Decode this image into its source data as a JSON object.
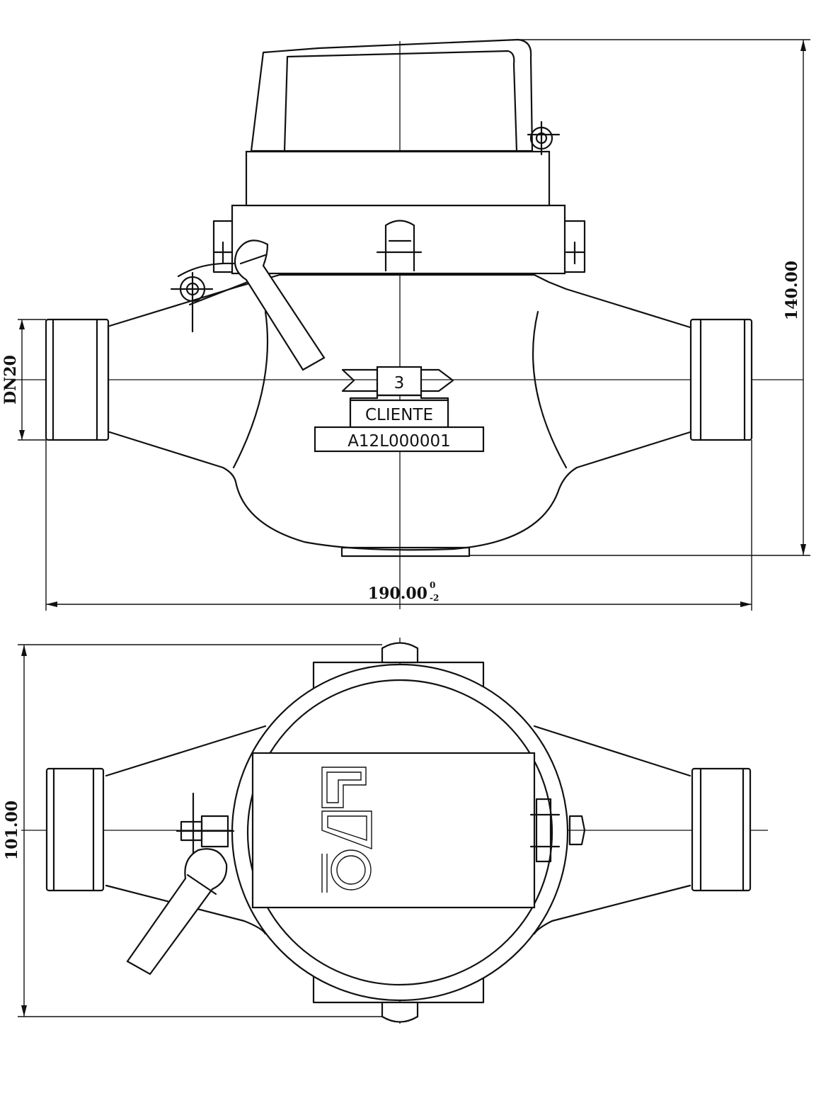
{
  "dimensions": {
    "length": "190.00",
    "length_upper_tol": "0",
    "length_lower_tol": "-2",
    "height": "140.00",
    "nominal_diameter": "DN20",
    "top_view_width": "101.00"
  },
  "nameplate": {
    "register_digit": "3",
    "client_label": "CLIENTE",
    "serial": "A12L000001"
  },
  "logo_text": "LAO"
}
